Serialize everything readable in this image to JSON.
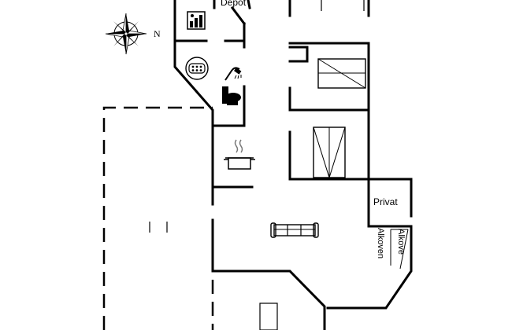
{
  "rooms": {
    "depot": "Depot",
    "privat": "Privat",
    "alkoven1": "Alkoven",
    "alkoven2": "Alkove"
  },
  "compass": {
    "north_label": "N"
  },
  "icons": [
    "compass-rose-icon",
    "sauna-icon",
    "whirlpool-icon",
    "shower-icon",
    "toilet-icon",
    "cooking-pot-icon",
    "sofa-icon",
    "bed-icon"
  ]
}
